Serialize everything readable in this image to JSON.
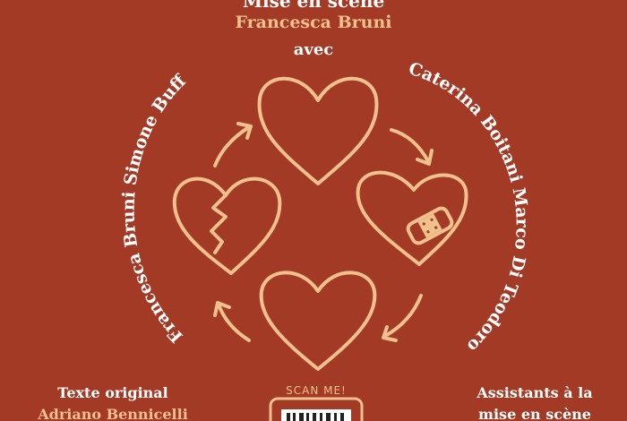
{
  "header": {
    "mise_en_scene_label": "Mise en scène",
    "director": "Francesca Bruni",
    "avec": "avec"
  },
  "cast": [
    "Caterina Boitani",
    "Marco Di Teodoro",
    "Francesca Bruni",
    "Simone Buffa"
  ],
  "footer": {
    "left_label": "Texte original",
    "left_name": "Adriano Bennicelli",
    "center_label": "SCAN ME!",
    "right_label_line1": "Assistants à la",
    "right_label_line2": "mise en scène"
  },
  "icons": {
    "top": "heart-icon",
    "right": "bandaged-heart-icon",
    "bottom": "heart-icon",
    "left": "broken-heart-icon",
    "arrows": "cycle-arrow-icon"
  },
  "colors": {
    "background": "#a33a25",
    "accent": "#f2c08e",
    "text": "#ffffff"
  }
}
